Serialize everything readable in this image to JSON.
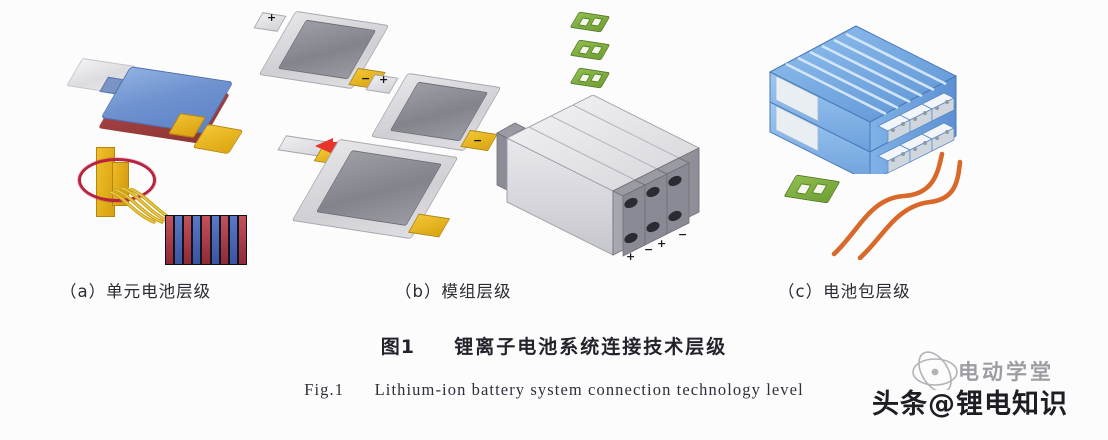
{
  "figure": {
    "panels": [
      {
        "id": "a",
        "label": "（a）单元电池层级",
        "meaning": "cell-level",
        "elements": {
          "separator_sheet": "silver-separator-sheet",
          "pouch_cell": "blue-pouch-cell",
          "gold_tabs": "gold-current-collector-tabs",
          "highlight": "red-ellipse-highlight",
          "electrode_stack": "striped-electrode-stack"
        }
      },
      {
        "id": "b",
        "label": "（b）模组层级",
        "meaning": "module-level",
        "elements": {
          "pouch_cells": "three-stacked-pouch-cells",
          "weld_arrows": "red-weld-direction-arrows",
          "busbars": "green-busbar-connectors",
          "module_stack": "prismatic-cell-module-stack"
        },
        "terminal_positive": "+",
        "terminal_negative": "−"
      },
      {
        "id": "c",
        "label": "（c）电池包层级",
        "meaning": "pack-level",
        "elements": {
          "pack": "blue-battery-pack-assembly",
          "busbar": "green-busbar-connector",
          "cables": "orange-high-voltage-cables"
        }
      }
    ],
    "title": {
      "number": "图1",
      "text": "锂离子电池系统连接技术层级"
    },
    "caption_en": {
      "number": "Fig.1",
      "text": "Lithium-ion battery system connection technology level"
    }
  },
  "watermark": {
    "platform": "头条",
    "at": "@",
    "account": "锂电知识",
    "logo_text": "电动学堂"
  },
  "colors": {
    "background": "#fcfcfd",
    "pouch_blue": "#6e91cf",
    "pouch_red": "#9e3e3e",
    "tab_gold": "#e8b41f",
    "busbar_green": "#7faa3d",
    "pack_blue": "#6fa3dd",
    "cable_orange": "#d8692a",
    "highlight_crimson": "#b8243f",
    "module_gray": "#b9b9c0",
    "text_ink": "#2b2b33"
  }
}
